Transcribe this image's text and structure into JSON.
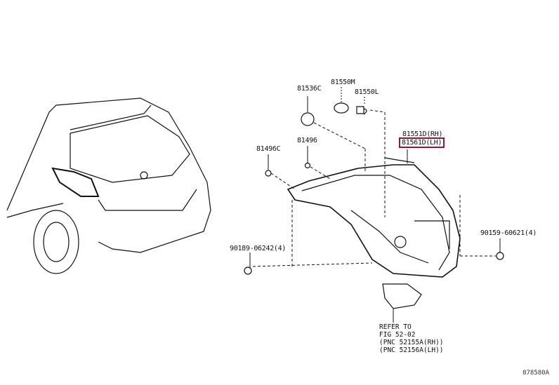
{
  "parts": [
    {
      "id": "p1",
      "number": "81536C"
    },
    {
      "id": "p2",
      "number": "81550M"
    },
    {
      "id": "p3",
      "number": "81550L"
    },
    {
      "id": "p4",
      "number": "81551D(RH)"
    },
    {
      "id": "p5",
      "number": "81561D(LH)",
      "highlighted": true
    },
    {
      "id": "p6",
      "number": "81496C"
    },
    {
      "id": "p7",
      "number": "81496"
    },
    {
      "id": "p8",
      "number": "90159-60621(4)"
    },
    {
      "id": "p9",
      "number": "90189-06242(4)"
    }
  ],
  "reference": {
    "lines": [
      "REFER TO",
      "FIG 52-02",
      "(PNC 52155A(RH))",
      "(PNC 52156A(LH))"
    ]
  },
  "illustration_id": "878580A",
  "colors": {
    "highlight": "#8b1a3a",
    "line": "#111111"
  }
}
